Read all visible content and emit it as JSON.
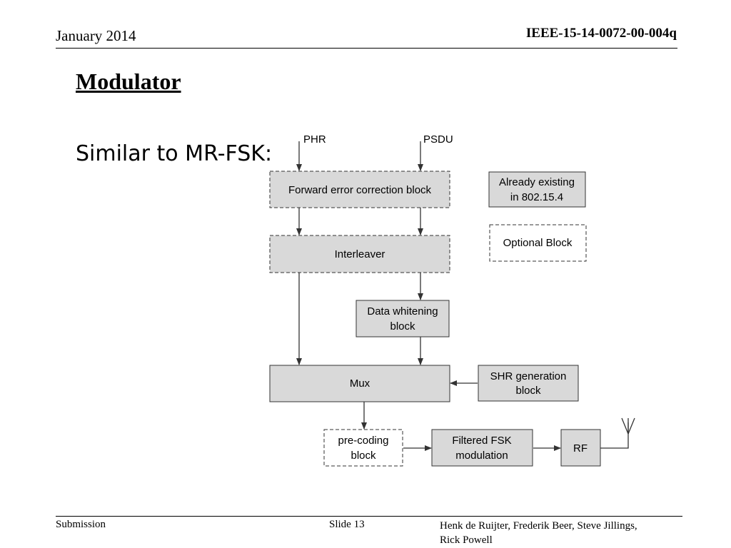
{
  "header": {
    "date": "January 2014",
    "doc_id": "IEEE-15-14-0072-00-004q"
  },
  "slide": {
    "title": "Modulator",
    "subtitle": "Similar to MR-FSK:"
  },
  "diagram": {
    "inputs": {
      "phr": "PHR",
      "psdu": "PSDU"
    },
    "blocks": {
      "fec": [
        "Forward error correction block"
      ],
      "interleaver": [
        "Interleaver"
      ],
      "whitening": [
        "Data whitening",
        "block"
      ],
      "mux": [
        "Mux"
      ],
      "shr": [
        "SHR generation",
        "block"
      ],
      "precoding": [
        "pre-coding",
        "block"
      ],
      "fsk": [
        "Filtered FSK",
        "modulation"
      ],
      "rf": [
        "RF"
      ]
    },
    "legend": {
      "existing": [
        "Already existing",
        "in 802.15.4"
      ],
      "optional": [
        "Optional Block"
      ]
    },
    "colors": {
      "block_fill": "#d9d9d9",
      "line": "#333333"
    }
  },
  "footer": {
    "left": "Submission",
    "center": "Slide 13",
    "authors_line1": "Henk de Ruijter, Frederik Beer, Steve Jillings,",
    "authors_line2": "Rick Powell"
  }
}
